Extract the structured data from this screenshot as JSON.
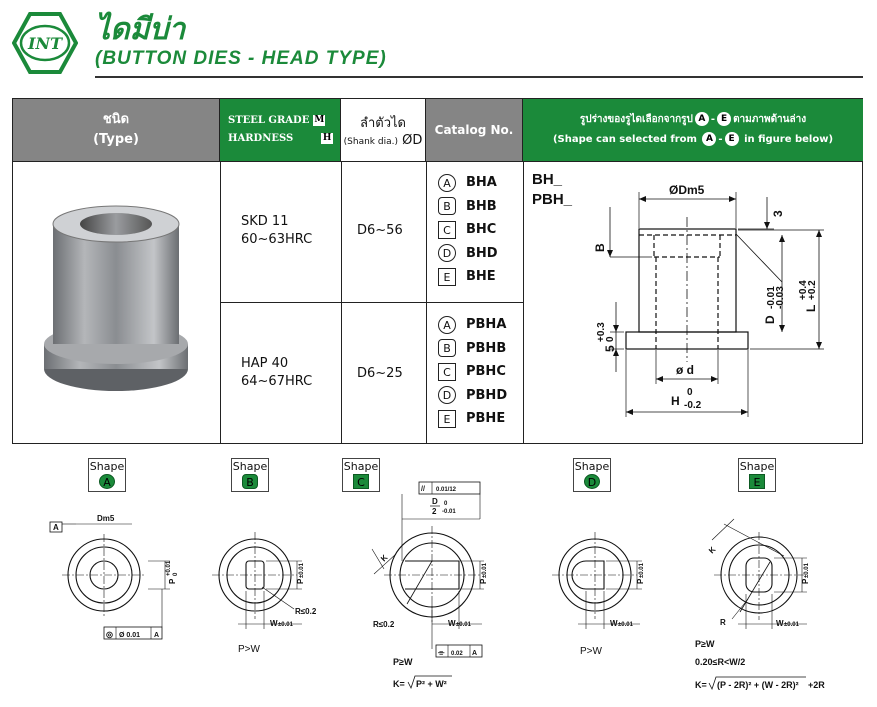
{
  "header": {
    "logo_text": "INT",
    "title_th": "ไดมีบ่า",
    "title_en": "(BUTTON DIES - HEAD TYPE)"
  },
  "table": {
    "col_type": {
      "th": "ชนิด",
      "en": "(Type)"
    },
    "col_grade": {
      "steel": "STEEL GRADE",
      "steel_box": "M",
      "hardness": "HARDNESS",
      "hardness_box": "H"
    },
    "col_shank": {
      "th": "ลำตัวได",
      "sub": "(Shank dia.)",
      "sym": "ØD"
    },
    "col_catalog": "Catalog No.",
    "col_shape": {
      "th_pre": "รูปร่างของรูไดเลือกจากรูป",
      "th_a": "A",
      "th_dash": "-",
      "th_e": "E",
      "th_post": "ตามภาพด้านล่าง",
      "en_pre": "(Shape can selected from",
      "en_a": "A",
      "en_dash": "-",
      "en_e": "E",
      "en_post": "in figure below)"
    },
    "rows": [
      {
        "grade": "SKD 11",
        "hardness": "60~63HRC",
        "shank": "D6~56",
        "catalog": [
          {
            "shape": "A",
            "code": "BHA"
          },
          {
            "shape": "B",
            "code": "BHB"
          },
          {
            "shape": "C",
            "code": "BHC"
          },
          {
            "shape": "D",
            "code": "BHD"
          },
          {
            "shape": "E",
            "code": "BHE"
          }
        ]
      },
      {
        "grade": "HAP 40",
        "hardness": "64~67HRC",
        "shank": "D6~25",
        "catalog": [
          {
            "shape": "A",
            "code": "PBHA"
          },
          {
            "shape": "B",
            "code": "PBHB"
          },
          {
            "shape": "C",
            "code": "PBHC"
          },
          {
            "shape": "D",
            "code": "PBHD"
          },
          {
            "shape": "E",
            "code": "PBHE"
          }
        ]
      }
    ],
    "figure": {
      "label_1": "BH_",
      "label_2": "PBH_",
      "dm5": "ØDm5",
      "dim_3": "3",
      "dim_b": "B",
      "dim_d": "D",
      "dim_d_tol_1": "-0.01",
      "dim_d_tol_2": "-0.03",
      "dim_l": "L",
      "dim_l_tol_1": "+0.4",
      "dim_l_tol_2": "+0.2",
      "dim_5": "5",
      "dim_5_tol_1": "+0.3",
      "dim_5_tol_2": "0",
      "dim_od": "ø d",
      "dim_h": "H",
      "dim_h_tol_1": "0",
      "dim_h_tol_2": "-0.2"
    }
  },
  "shapes": {
    "shape_label": "Shape",
    "A": {
      "letter": "A",
      "datum": "A",
      "dm5": "Dm5",
      "p": "P",
      "p_tol_1": "+0.01",
      "p_tol_2": "0",
      "conc_sym": "◎",
      "conc_val": "Ø 0.01",
      "conc_ref": "A"
    },
    "B": {
      "letter": "B",
      "p": "P",
      "p_tol": "±0.01",
      "r": "R≤0.2",
      "w": "W",
      "w_tol": "±0.01",
      "note": "P>W"
    },
    "C": {
      "letter": "C",
      "par_sym": "//",
      "par_val": "0.01/12",
      "d_num": "D",
      "d_den": "2",
      "d_tol_1": "0",
      "d_tol_2": "-0.01",
      "k": "K",
      "p": "P",
      "p_tol": "±0.01",
      "r": "R≤0.2",
      "w": "W",
      "w_tol": "±0.01",
      "sym_sym": "⌯",
      "sym_val": "0.02",
      "sym_ref": "A",
      "note_1": "P≥W",
      "note_2_pre": "K=",
      "note_2_expr": "P² + W²"
    },
    "D": {
      "letter": "D",
      "p": "P",
      "p_tol": "±0.01",
      "w": "W",
      "w_tol": "±0.01",
      "note": "P>W"
    },
    "E": {
      "letter": "E",
      "k": "K",
      "r": "R",
      "p": "P",
      "p_tol": "±0.01",
      "w": "W",
      "w_tol": "±0.01",
      "note_1": "P≥W",
      "note_2": "0.20≤R<W/2",
      "note_3_pre": "K=",
      "note_3_expr": "(P - 2R)² + (W - 2R)²",
      "note_3_post": "+2R"
    }
  },
  "colors": {
    "green": "#1b8a3a",
    "grey": "#858585"
  }
}
